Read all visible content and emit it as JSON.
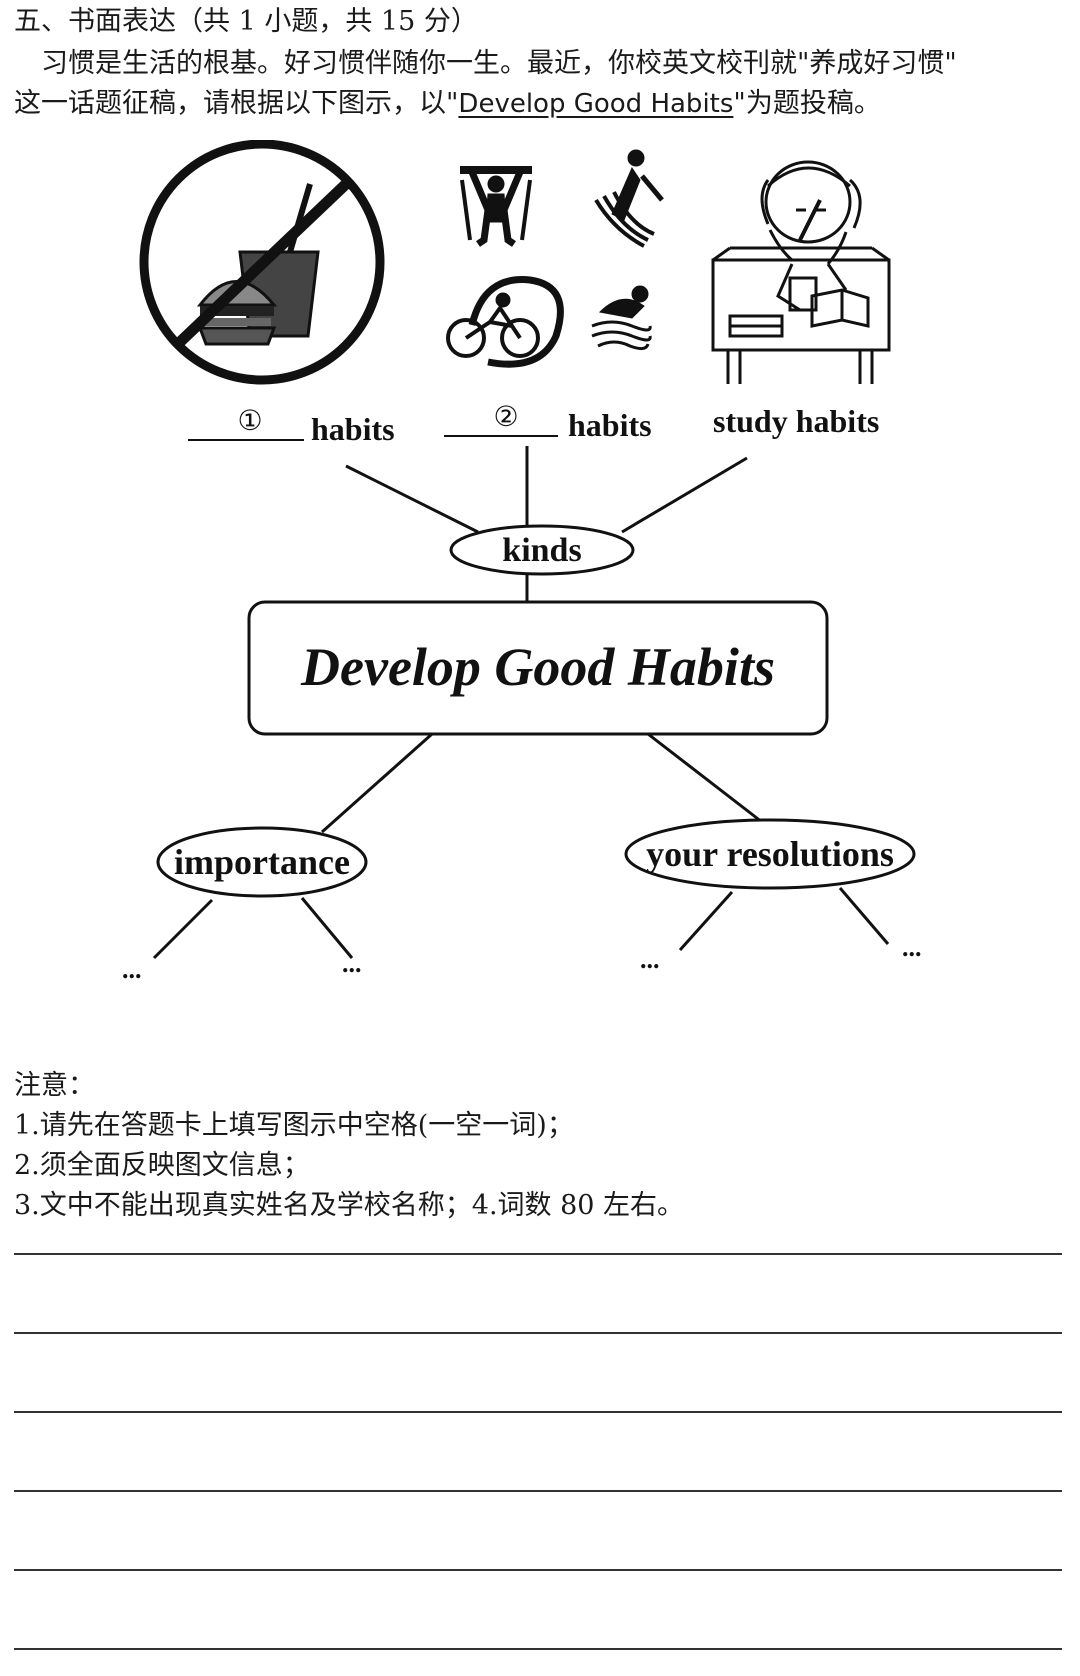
{
  "heading": "五、书面表达（共 1 小题，共 15 分）",
  "prompt": {
    "line1": "习惯是生活的根基。好习惯伴随你一生。最近，你校英文校刊就\"养成好习惯\"",
    "line2_before": "这一话题征稿，请根据以下图示，以\"",
    "line2_title": "Develop  Good  Habits",
    "line2_after": "\"为题投稿。"
  },
  "diagram": {
    "blank1_marker": "①",
    "blank2_marker": "②",
    "habits_label_1": "habits",
    "habits_label_2": "habits",
    "study_label": "study habits",
    "kinds": "kinds",
    "center_title": "Develop Good Habits",
    "importance": "importance",
    "resolutions": "your resolutions",
    "ellipsis": "..."
  },
  "notes": {
    "title": "注意：",
    "item1": "1.请先在答题卡上填写图示中空格(一空一词)；",
    "item2": "2.须全面反映图文信息；",
    "item3": "3.文中不能出现真实姓名及学校名称；4.词数 80 左右。"
  },
  "answer_lines": 6
}
